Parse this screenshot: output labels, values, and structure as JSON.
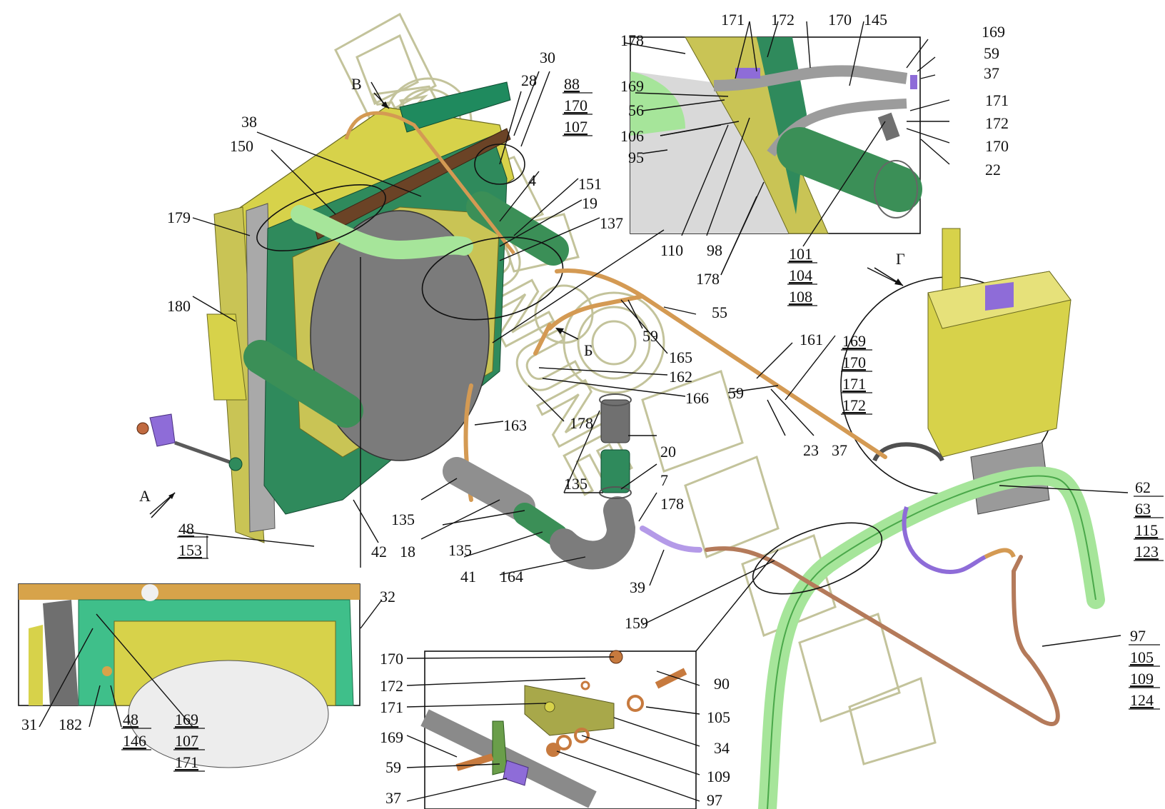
{
  "watermark": "AGRONUNE",
  "view_letters": {
    "A": "А",
    "B": "Б",
    "V": "В",
    "G": "Г"
  },
  "labels": {
    "l30": "30",
    "l28": "28",
    "l88": "88",
    "l170a": "170",
    "l107a": "107",
    "l38": "38",
    "l150": "150",
    "l4": "4",
    "l151": "151",
    "l19": "19",
    "l137": "137",
    "l179": "179",
    "l180": "180",
    "l178a": "178",
    "l171a": "171",
    "l172a": "172",
    "l170b": "170",
    "l145": "145",
    "l169a": "169",
    "l59a": "59",
    "l37a": "37",
    "l169b": "169",
    "l56": "56",
    "l106": "106",
    "l95": "95",
    "l171b": "171",
    "l172b": "172",
    "l170c": "170",
    "l22": "22",
    "l110": "110",
    "l98": "98",
    "l178b": "178",
    "l101": "101",
    "l104": "104",
    "l108": "108",
    "l55": "55",
    "l59b": "59",
    "l165": "165",
    "l162": "162",
    "l166": "166",
    "l178c": "178",
    "l161": "161",
    "l169c": "169",
    "l170d": "170",
    "l171c": "171",
    "l172c": "172",
    "l59c": "59",
    "l23": "23",
    "l37b": "37",
    "l163": "163",
    "l20": "20",
    "l7": "7",
    "l135a": "135",
    "l178d": "178",
    "l135b": "135",
    "l18": "18",
    "l135c": "135",
    "l41": "41",
    "l164": "164",
    "l39": "39",
    "l42": "42",
    "l48a": "48",
    "l153": "153",
    "l62": "62",
    "l63": "63",
    "l115": "115",
    "l123": "123",
    "l97a": "97",
    "l105a": "105",
    "l109a": "109",
    "l124": "124",
    "l159": "159",
    "l32": "32",
    "l31": "31",
    "l182": "182",
    "l48b": "48",
    "l146": "146",
    "l169d": "169",
    "l107b": "107",
    "l171d": "171",
    "l170e": "170",
    "l90": "90",
    "l172d": "172",
    "l171e": "171",
    "l105b": "105",
    "l169e": "169",
    "l34": "34",
    "l59d": "59",
    "l109b": "109",
    "l37c": "37",
    "l97b": "97"
  },
  "colors": {
    "yellow": "#d7d24a",
    "green": "#2f8a5c",
    "darkgreen": "#1f6b4a",
    "lightgreen": "#a6e59a",
    "copper": "#b8763e",
    "violet": "#8e6cd8",
    "grey": "#8a8a8a"
  }
}
